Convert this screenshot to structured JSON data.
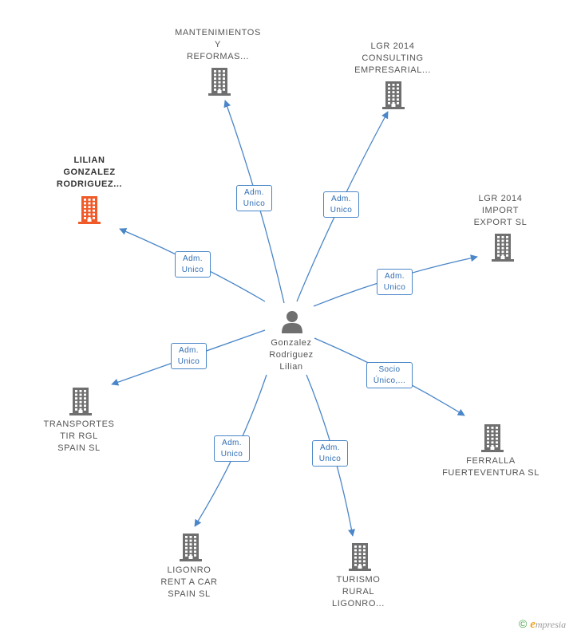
{
  "center": {
    "label": [
      "Gonzalez",
      "Rodriguez",
      "Lilian"
    ]
  },
  "nodes": [
    {
      "id": "mantenimientos",
      "label": [
        "MANTENIMIENTOS",
        "Y",
        "REFORMAS..."
      ],
      "highlight": false
    },
    {
      "id": "lgr-consulting",
      "label": [
        "LGR 2014",
        "CONSULTING",
        "EMPRESARIAL..."
      ],
      "highlight": false
    },
    {
      "id": "lilian-gonzalez",
      "label": [
        "LILIAN",
        "GONZALEZ",
        "RODRIGUEZ..."
      ],
      "highlight": true
    },
    {
      "id": "lgr-import",
      "label": [
        "LGR 2014",
        "IMPORT",
        "EXPORT  SL"
      ],
      "highlight": false
    },
    {
      "id": "transportes",
      "label": [
        "TRANSPORTES",
        "TIR RGL",
        "SPAIN  SL"
      ],
      "highlight": false
    },
    {
      "id": "ferralla",
      "label": [
        "FERRALLA",
        "FUERTEVENTURA SL"
      ],
      "highlight": false
    },
    {
      "id": "ligonro-rent",
      "label": [
        "LIGONRO",
        "RENT A CAR",
        "SPAIN  SL"
      ],
      "highlight": false
    },
    {
      "id": "turismo",
      "label": [
        "TURISMO",
        "RURAL",
        "LIGONRO..."
      ],
      "highlight": false
    }
  ],
  "edges": [
    {
      "to": "mantenimientos",
      "label": [
        "Adm.",
        "Unico"
      ]
    },
    {
      "to": "lgr-consulting",
      "label": [
        "Adm.",
        "Unico"
      ]
    },
    {
      "to": "lilian-gonzalez",
      "label": [
        "Adm.",
        "Unico"
      ]
    },
    {
      "to": "lgr-import",
      "label": [
        "Adm.",
        "Unico"
      ]
    },
    {
      "to": "transportes",
      "label": [
        "Adm.",
        "Unico"
      ]
    },
    {
      "to": "ferralla",
      "label": [
        "Socio",
        "Único,..."
      ]
    },
    {
      "to": "ligonro-rent",
      "label": [
        "Adm.",
        "Unico"
      ]
    },
    {
      "to": "turismo",
      "label": [
        "Adm.",
        "Unico"
      ]
    }
  ],
  "colors": {
    "edge": "#4a86c8",
    "building": "#6f6f6f",
    "building_highlight": "#f05a28",
    "person": "#6f6f6f"
  },
  "footer": {
    "copyright": "©",
    "brand_initial": "e",
    "brand_rest": "mpresia"
  }
}
